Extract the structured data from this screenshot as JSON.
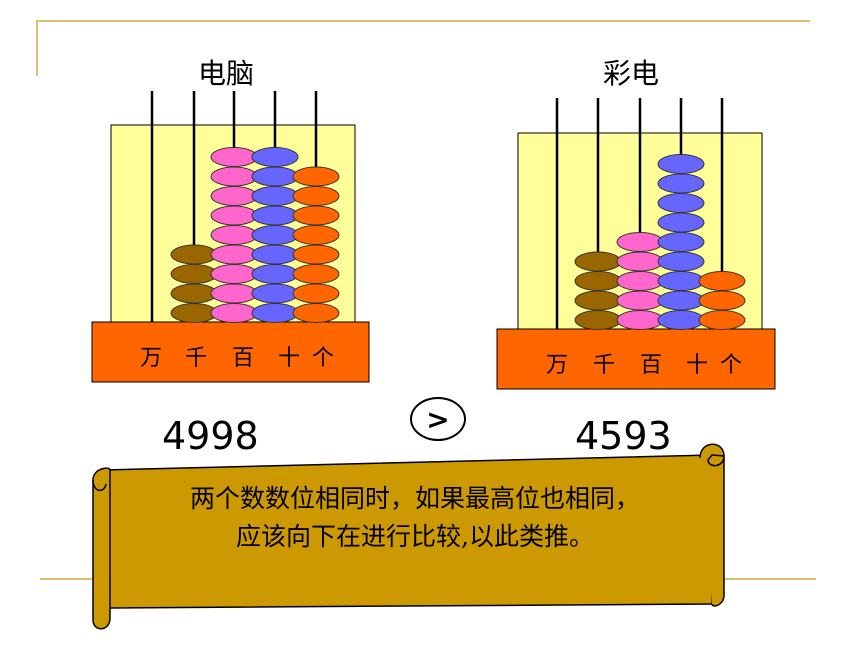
{
  "abacus_left": {
    "title": "电脑",
    "places": [
      "万",
      "千",
      "百",
      "十",
      "个"
    ],
    "beads": [
      0,
      4,
      9,
      9,
      8
    ],
    "number": "4998"
  },
  "abacus_right": {
    "title": "彩电",
    "places": [
      "万",
      "千",
      "百",
      "十",
      "个"
    ],
    "beads": [
      0,
      4,
      5,
      9,
      3
    ],
    "number": "4593"
  },
  "compare_symbol": ">",
  "scroll": {
    "line1": "两个数数位相同时，如果最高位也相同，",
    "line2": "应该向下在进行比较,以此类推。"
  },
  "colors": {
    "frame_bg": "#ffff99",
    "base": "#ff6600",
    "bead_thousands": "#996600",
    "bead_hundreds": "#ff66cc",
    "bead_tens": "#6666ff",
    "bead_ones": "#ff6600",
    "scroll": "#cc9900"
  }
}
